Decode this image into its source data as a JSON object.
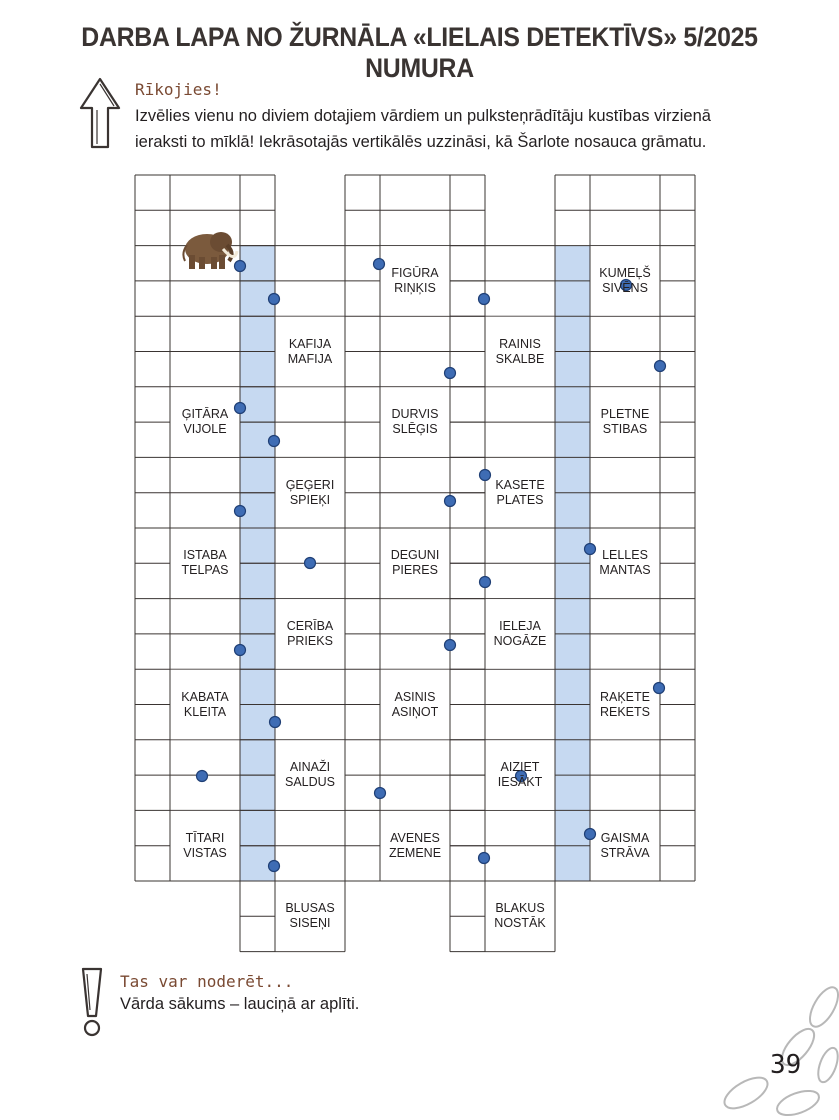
{
  "header": {
    "title": "DARBA LAPA NO ŽURNĀLA «LIELAIS DETEKTĪVS» 5/2025 NUMURA"
  },
  "task": {
    "heading": "Rīkojies!",
    "line1": "Izvēlies vienu no diviem dotajiem vārdiem un pulksteņrādītāju kustības virzienā",
    "line2": "ieraksti to mīklā! Iekrāsotajās vertikālēs uzzināsi, kā Šarlote nosauca grāmatu."
  },
  "hint": {
    "heading": "Tas var noderēt...",
    "text": "Vārda sākums – lauciņā ar aplīti."
  },
  "clues": [
    {
      "w1": "FIGŪRA",
      "w2": "RIŅĶIS"
    },
    {
      "w1": "KUMEĻŠ",
      "w2": "SIVĒNS"
    },
    {
      "w1": "KAFIJA",
      "w2": "MAFIJA"
    },
    {
      "w1": "RAINIS",
      "w2": "SKALBE"
    },
    {
      "w1": "ĢITĀRA",
      "w2": "VIJOLE"
    },
    {
      "w1": "DURVIS",
      "w2": "SLĒĢIS"
    },
    {
      "w1": "PLETNE",
      "w2": "STIBAS"
    },
    {
      "w1": "ĢEĢERI",
      "w2": "SPIEĶI"
    },
    {
      "w1": "KASETE",
      "w2": "PLATES"
    },
    {
      "w1": "ISTABA",
      "w2": "TELPAS"
    },
    {
      "w1": "DEGUNI",
      "w2": "PIERES"
    },
    {
      "w1": "LELLES",
      "w2": "MANTAS"
    },
    {
      "w1": "CERĪBA",
      "w2": "PRIEKS"
    },
    {
      "w1": "IELEJA",
      "w2": "NOGĀZE"
    },
    {
      "w1": "KABATA",
      "w2": "KLEITA"
    },
    {
      "w1": "ASINIS",
      "w2": "ASIŅOT"
    },
    {
      "w1": "RAĶETE",
      "w2": "REKETS"
    },
    {
      "w1": "AINAŽI",
      "w2": "SALDUS"
    },
    {
      "w1": "AIZIET",
      "w2": "IESĀKT"
    },
    {
      "w1": "TĪTARI",
      "w2": "VISTAS"
    },
    {
      "w1": "AVENES",
      "w2": "ZEMENE"
    },
    {
      "w1": "GAISMA",
      "w2": "STRĀVA"
    },
    {
      "w1": "BLUSAS",
      "w2": "SISEŅI"
    },
    {
      "w1": "BLAKUS",
      "w2": "NOSTĀK"
    }
  ],
  "page_number": "39",
  "colors": {
    "highlight": "#c6d9f1",
    "dot": "#3e6cb4",
    "header": "#3a3432",
    "accent": "#7a4a33"
  },
  "icons": {
    "task": "arrow-up-icon",
    "hint": "exclamation-icon",
    "picture": "mammoth-icon",
    "decoration": "footprints-icon"
  }
}
